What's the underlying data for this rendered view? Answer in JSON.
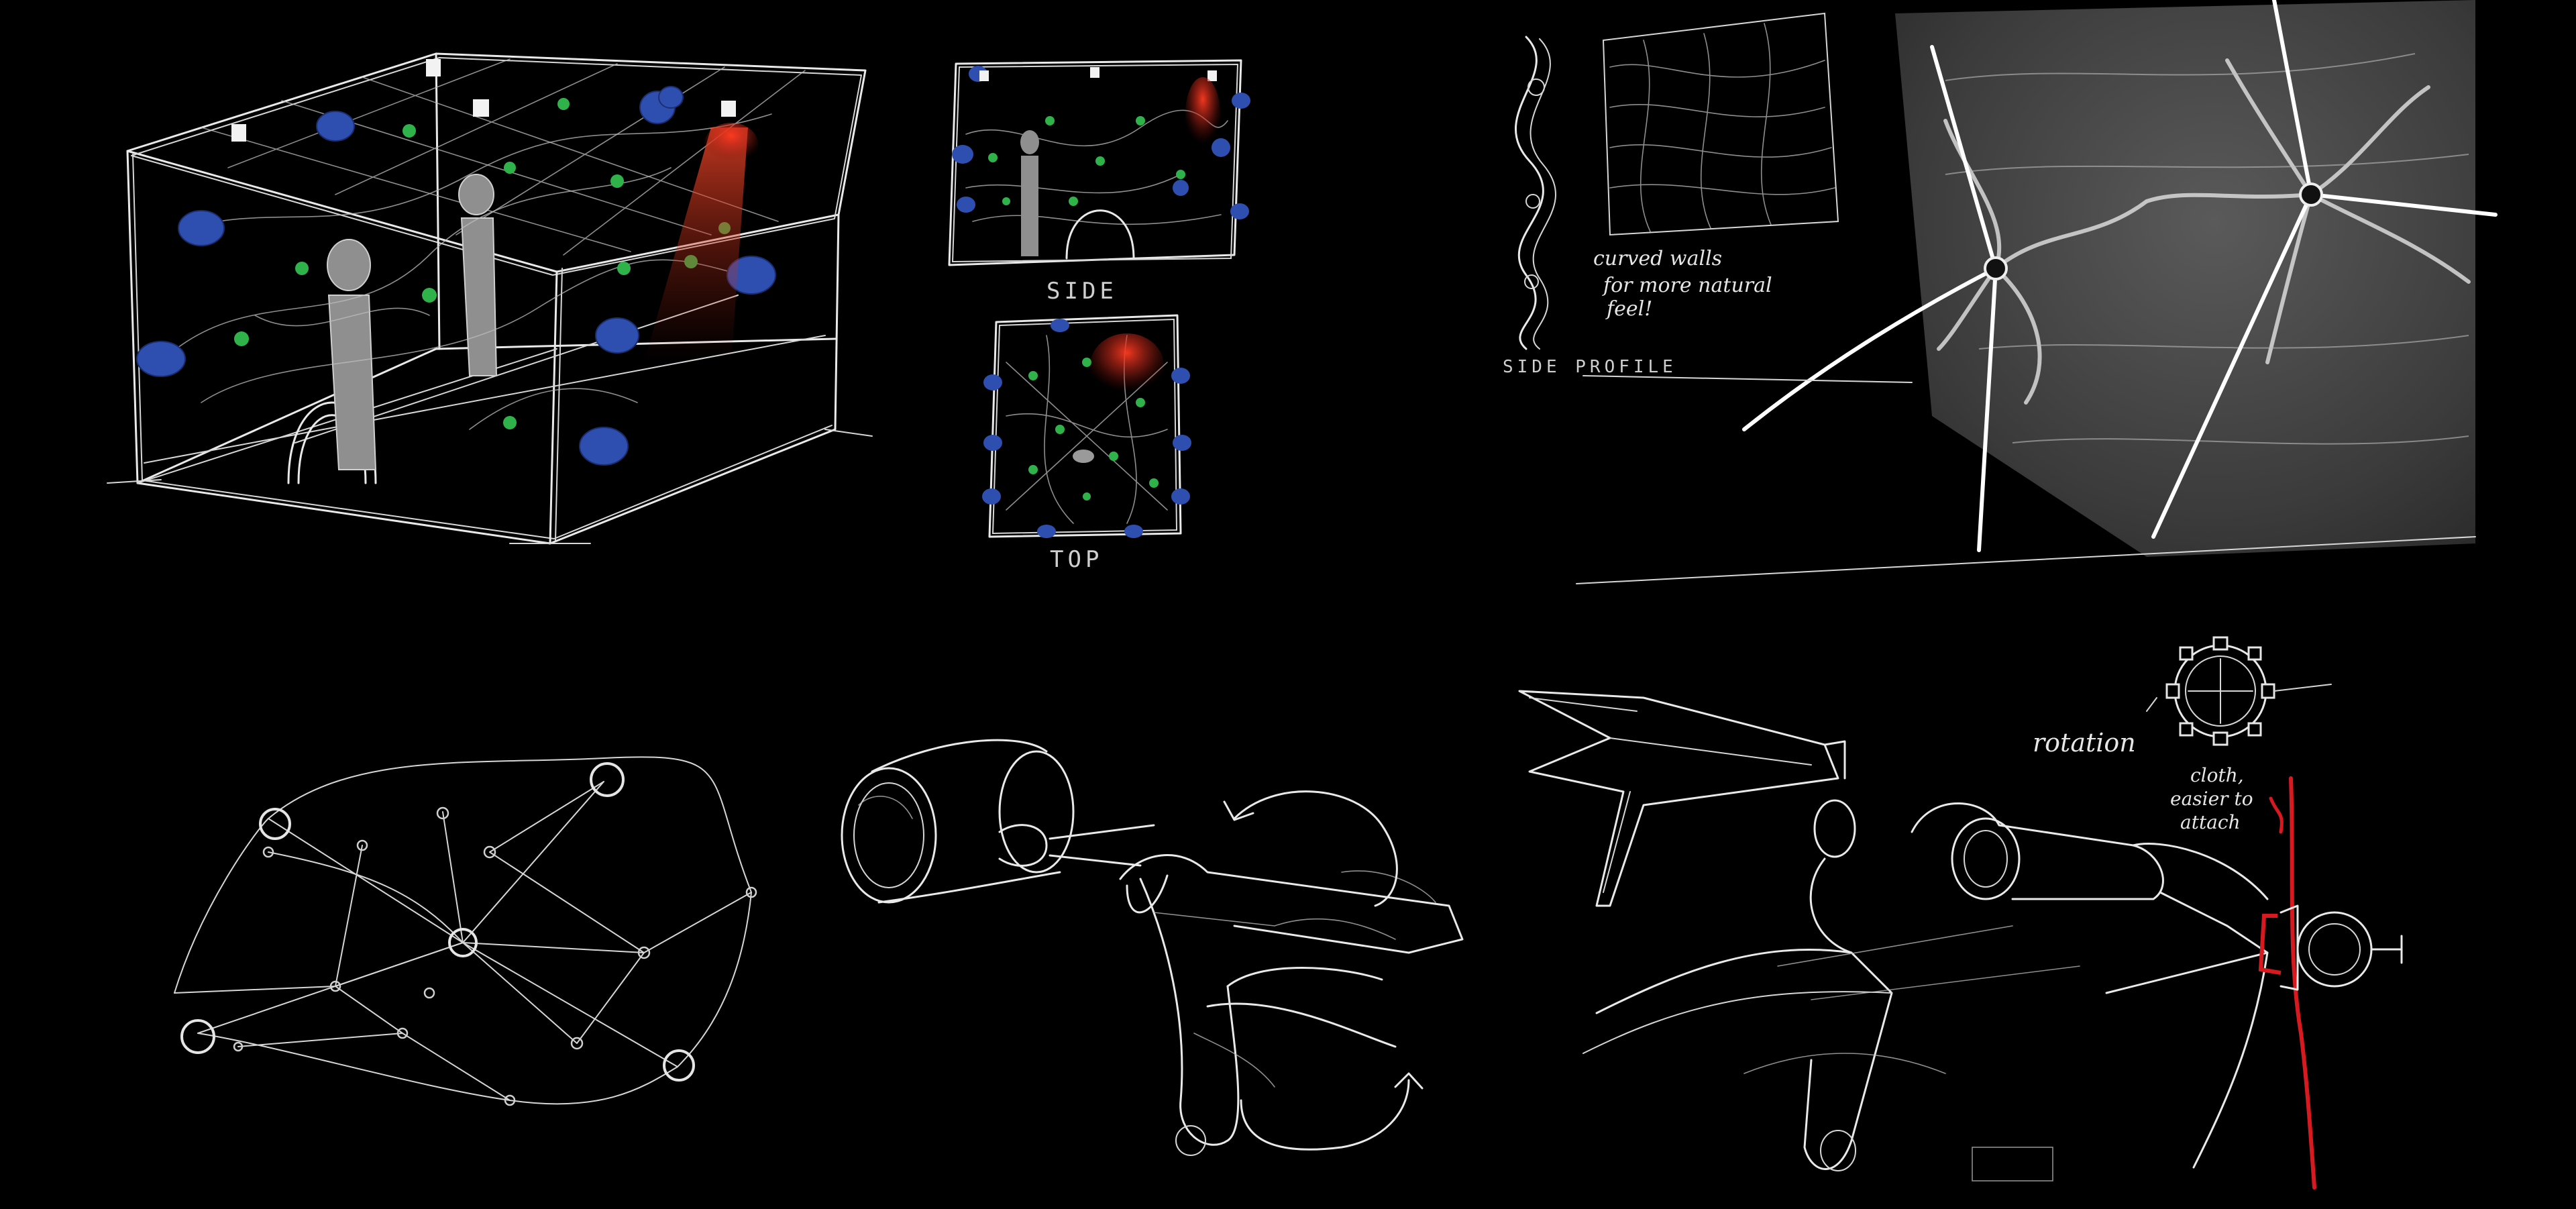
{
  "sketches": {
    "side_label": "SIDE",
    "top_label": "TOP",
    "side_profile_label": "SIDE PROFILE",
    "curved_walls_note": [
      "curved walls",
      "for more natural",
      "feel!"
    ],
    "rotation_label": "rotation",
    "cloth_note": [
      "cloth,",
      "easier to",
      "attach"
    ]
  },
  "colors": {
    "background": "#000000",
    "line": "#e9e9e9",
    "speaker_blue": "#2f4fb0",
    "node_green": "#2fb24a",
    "light_red": "#e23a26",
    "attach_red": "#d8191f",
    "panel_gray": "#3a3a3a"
  }
}
